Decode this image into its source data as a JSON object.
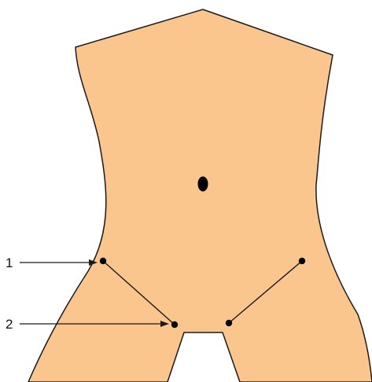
{
  "diagram": {
    "colors": {
      "skin": "#FBC68D",
      "outline": "#1A1A1A",
      "background": "#FFFFFF"
    },
    "callouts": [
      {
        "id": "1",
        "label": "1"
      },
      {
        "id": "2",
        "label": "2"
      }
    ]
  }
}
